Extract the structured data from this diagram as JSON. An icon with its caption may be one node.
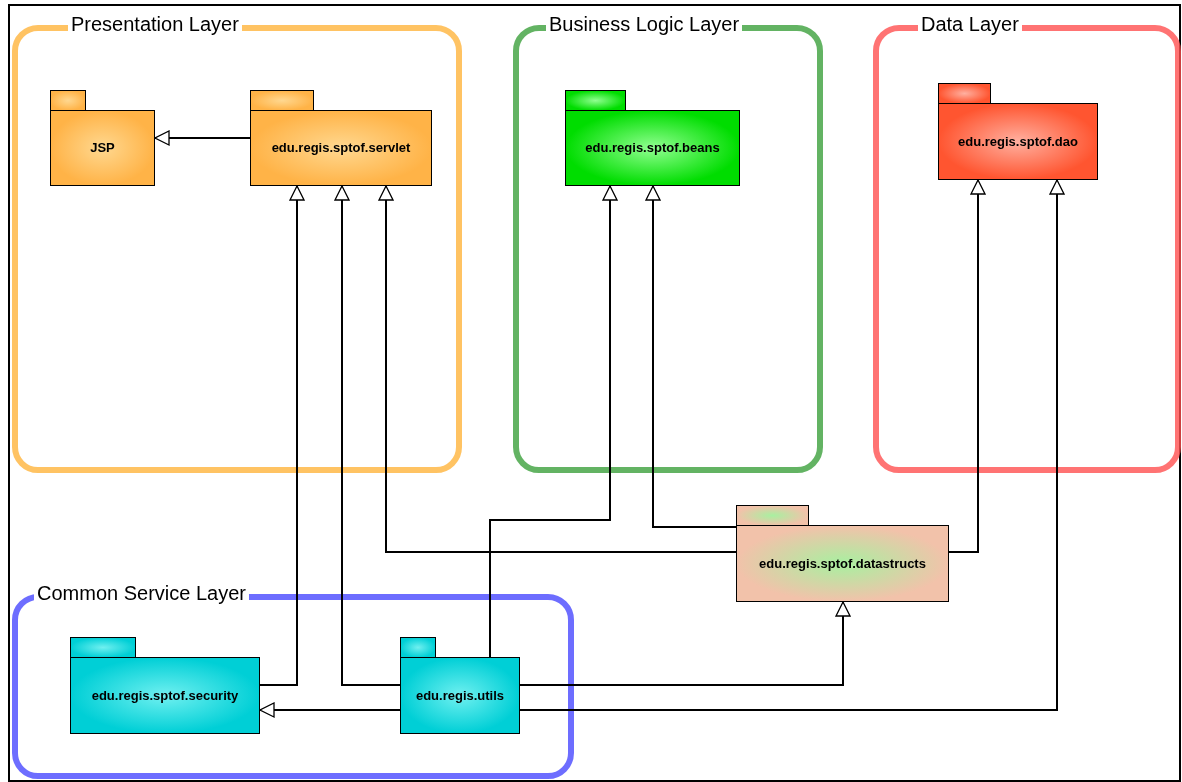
{
  "diagram": {
    "nodes": [
      {
        "text": [
          "Presentation Layer"
        ]
      },
      {
        "text": [
          "JSP"
        ],
        "in": 0
      },
      {
        "text": [
          "edu.regis.sptof.servlet"
        ],
        "in": 0
      },
      {
        "text": [
          "Business Logic Layer"
        ]
      },
      {
        "text": [
          "edu.regis.sptof.beans"
        ],
        "in": 3
      },
      {
        "text": [
          "Data Layer"
        ]
      },
      {
        "text": [
          "edu.regis.sptof.dao"
        ],
        "in": 5
      },
      {
        "text": [
          "edu.regis.sptof.datastructs"
        ]
      },
      {
        "text": [
          "Common Service Layer"
        ]
      },
      {
        "text": [
          "edu.regis.sptof.security"
        ],
        "in": 8
      },
      {
        "text": [
          "edu.regis.utils"
        ],
        "in": 8
      }
    ],
    "edges": [
      {
        "from": 2,
        "to": 1,
        "arrow": "to"
      },
      {
        "from": 9,
        "to": 2,
        "arrow": "to"
      },
      {
        "from": 10,
        "to": 2,
        "arrow": "to"
      },
      {
        "from": 7,
        "to": 2,
        "arrow": "to"
      },
      {
        "from": 10,
        "to": 4,
        "arrow": "to"
      },
      {
        "from": 7,
        "to": 4,
        "arrow": "to"
      },
      {
        "from": 7,
        "to": 6,
        "arrow": "to"
      },
      {
        "from": 10,
        "to": 7,
        "arrow": "to"
      },
      {
        "from": 10,
        "to": 6,
        "arrow": "to"
      },
      {
        "from": 10,
        "to": 9,
        "arrow": "to"
      }
    ]
  }
}
